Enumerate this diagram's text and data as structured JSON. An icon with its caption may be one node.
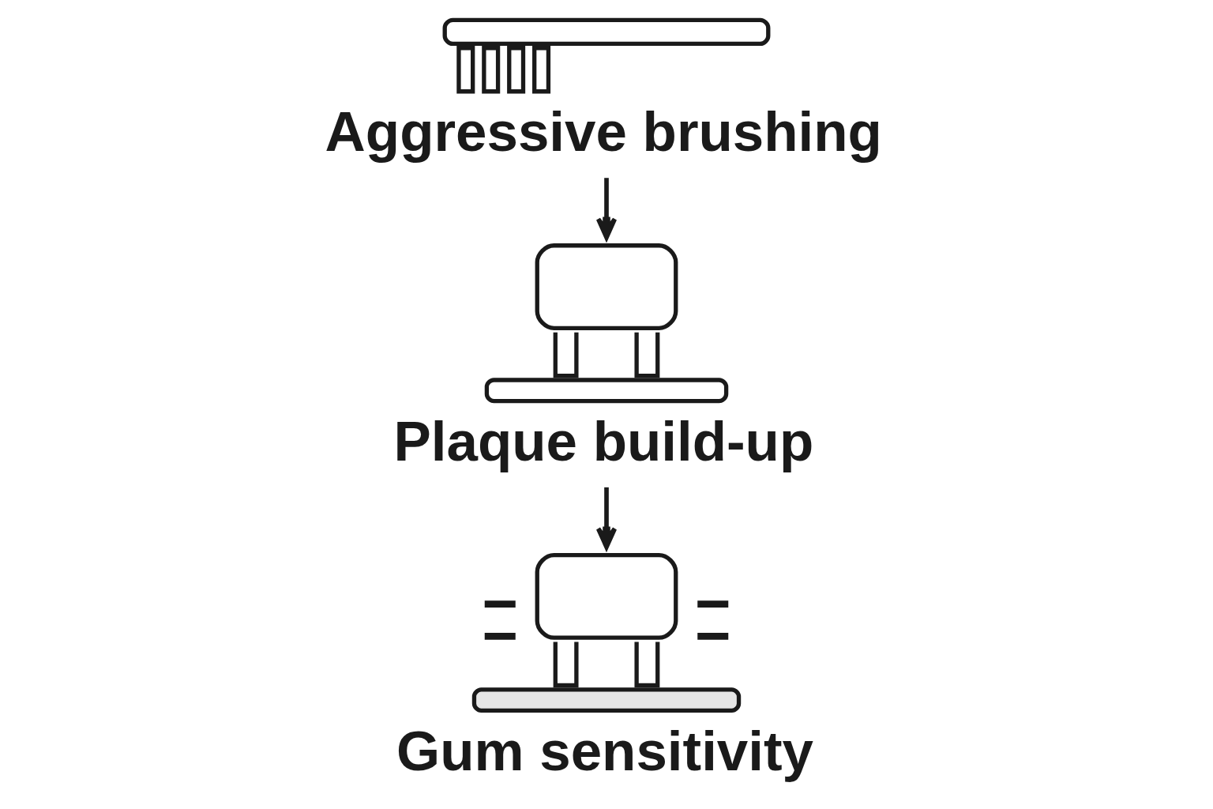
{
  "diagram": {
    "nodes": [
      {
        "text": [
          "Aggressive brushing"
        ]
      },
      {
        "text": [
          "Plaque build-up"
        ]
      },
      {
        "text": [
          "Gum sensitivity"
        ]
      }
    ],
    "edges": [
      {
        "from": 0,
        "to": 1,
        "arrow": "to"
      },
      {
        "from": 1,
        "to": 2,
        "arrow": "to"
      }
    ]
  }
}
